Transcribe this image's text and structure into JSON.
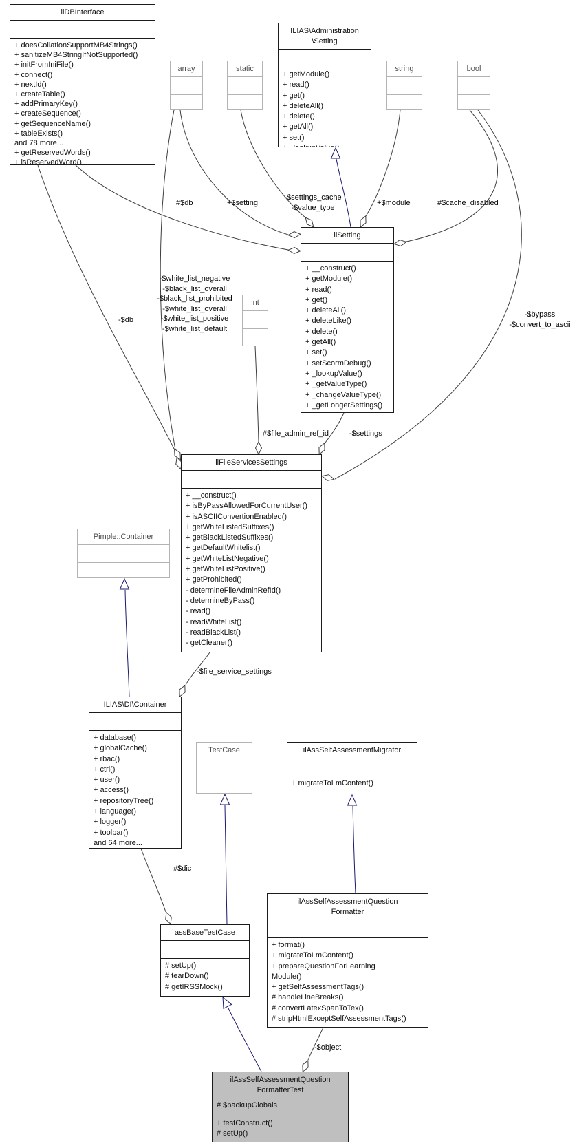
{
  "colors": {
    "inheritance_edge": "#191970",
    "aggregation_edge": "#3d3d3d",
    "highlight_fill": "#bfbfbf",
    "external_class_border": "#b4b4b4",
    "class_border": "#1c1c1c"
  },
  "classes": [
    {
      "name": "ilDBInterface",
      "title_lines": [
        "ilDBInterface"
      ],
      "attrs": [],
      "methods": [
        "+ doesCollationSupportMB4Strings()",
        "+ sanitizeMB4StringIfNotSupported()",
        "+ initFromIniFile()",
        "+ connect()",
        "+ nextId()",
        "+ createTable()",
        "+ addPrimaryKey()",
        "+ createSequence()",
        "+ getSequenceName()",
        "+ tableExists()",
        "and 78 more...",
        "+ getReservedWords()",
        "+ isReservedWord()"
      ]
    },
    {
      "name": "ILIAS\\Administration\\Setting",
      "title_lines": [
        "ILIAS\\Administration",
        "\\Setting"
      ],
      "attrs": [],
      "methods": [
        "+ getModule()",
        "+ read()",
        "+ get()",
        "+ deleteAll()",
        "+ delete()",
        "+ getAll()",
        "+ set()",
        "+ _lookupValue()"
      ]
    },
    {
      "name": "array",
      "title_lines": [
        "array"
      ],
      "attrs": [],
      "methods": []
    },
    {
      "name": "static",
      "title_lines": [
        "static"
      ],
      "attrs": [],
      "methods": []
    },
    {
      "name": "string",
      "title_lines": [
        "string"
      ],
      "attrs": [],
      "methods": []
    },
    {
      "name": "bool",
      "title_lines": [
        "bool"
      ],
      "attrs": [],
      "methods": []
    },
    {
      "name": "ilSetting",
      "title_lines": [
        "ilSetting"
      ],
      "attrs": [],
      "methods": [
        "+ __construct()",
        "+ getModule()",
        "+ read()",
        "+ get()",
        "+ deleteAll()",
        "+ deleteLike()",
        "+ delete()",
        "+ getAll()",
        "+ set()",
        "+ setScormDebug()",
        "+ _lookupValue()",
        "+ _getValueType()",
        "+ _changeValueType()",
        "+ _getLongerSettings()"
      ]
    },
    {
      "name": "int",
      "title_lines": [
        "int"
      ],
      "attrs": [],
      "methods": []
    },
    {
      "name": "ilFileServicesSettings",
      "title_lines": [
        "ilFileServicesSettings"
      ],
      "attrs": [],
      "methods": [
        "+ __construct()",
        "+ isByPassAllowedForCurrentUser()",
        "+ isASCIIConvertionEnabled()",
        "+ getWhiteListedSuffixes()",
        "+ getBlackListedSuffixes()",
        "+ getDefaultWhitelist()",
        "+ getWhiteListNegative()",
        "+ getWhiteListPositive()",
        "+ getProhibited()",
        "- determineFileAdminRefId()",
        "- determineByPass()",
        "- read()",
        "- readWhiteList()",
        "- readBlackList()",
        "- getCleaner()"
      ]
    },
    {
      "name": "Pimple::Container",
      "title_lines": [
        "Pimple::Container"
      ],
      "attrs": [],
      "methods": []
    },
    {
      "name": "ILIAS\\DI\\Container",
      "title_lines": [
        "ILIAS\\DI\\Container"
      ],
      "attrs": [],
      "methods": [
        "+ database()",
        "+ globalCache()",
        "+ rbac()",
        "+ ctrl()",
        "+ user()",
        "+ access()",
        "+ repositoryTree()",
        "+ language()",
        "+ logger()",
        "+ toolbar()",
        "and 64 more..."
      ]
    },
    {
      "name": "TestCase",
      "title_lines": [
        "TestCase"
      ],
      "attrs": [],
      "methods": []
    },
    {
      "name": "ilAssSelfAssessmentMigrator",
      "title_lines": [
        "ilAssSelfAssessmentMigrator"
      ],
      "attrs": [],
      "methods": [
        "+ migrateToLmContent()"
      ]
    },
    {
      "name": "assBaseTestCase",
      "title_lines": [
        "assBaseTestCase"
      ],
      "attrs": [],
      "methods": [
        "# setUp()",
        "# tearDown()",
        "# getIRSSMock()"
      ]
    },
    {
      "name": "ilAssSelfAssessmentQuestionFormatter",
      "title_lines": [
        "ilAssSelfAssessmentQuestion",
        "Formatter"
      ],
      "attrs": [],
      "methods": [
        "+ format()",
        "+ migrateToLmContent()",
        "+ prepareQuestionForLearning",
        "Module()",
        "+ getSelfAssessmentTags()",
        "# handleLineBreaks()",
        "# convertLatexSpanToTex()",
        "# stripHtmlExceptSelfAssessmentTags()"
      ]
    },
    {
      "name": "ilAssSelfAssessmentQuestionFormatterTest",
      "title_lines": [
        "ilAssSelfAssessmentQuestion",
        "FormatterTest"
      ],
      "attrs": [
        "# $backupGlobals"
      ],
      "methods": [
        "+ testConstruct()",
        "# setUp()"
      ]
    }
  ],
  "edge_labels": [
    {
      "id": "db",
      "text": "#$db"
    },
    {
      "id": "setting",
      "text": "+$setting"
    },
    {
      "id": "settings-cache",
      "text": "-$settings_cache\n-$value_type"
    },
    {
      "id": "module",
      "text": "+$module"
    },
    {
      "id": "cache-disabled",
      "text": "#$cache_disabled"
    },
    {
      "id": "db2",
      "text": "-$db"
    },
    {
      "id": "white-list",
      "text": "-$white_list_negative\n-$black_list_overall\n-$black_list_prohibited\n-$white_list_overall\n-$white_list_positive\n-$white_list_default"
    },
    {
      "id": "bypass",
      "text": "-$bypass\n-$convert_to_ascii"
    },
    {
      "id": "file-admin-ref-id",
      "text": "#$file_admin_ref_id"
    },
    {
      "id": "settings",
      "text": "-$settings"
    },
    {
      "id": "file-service-settings",
      "text": "-$file_service_settings"
    },
    {
      "id": "dic",
      "text": "#$dic"
    },
    {
      "id": "object",
      "text": "-$object"
    }
  ]
}
